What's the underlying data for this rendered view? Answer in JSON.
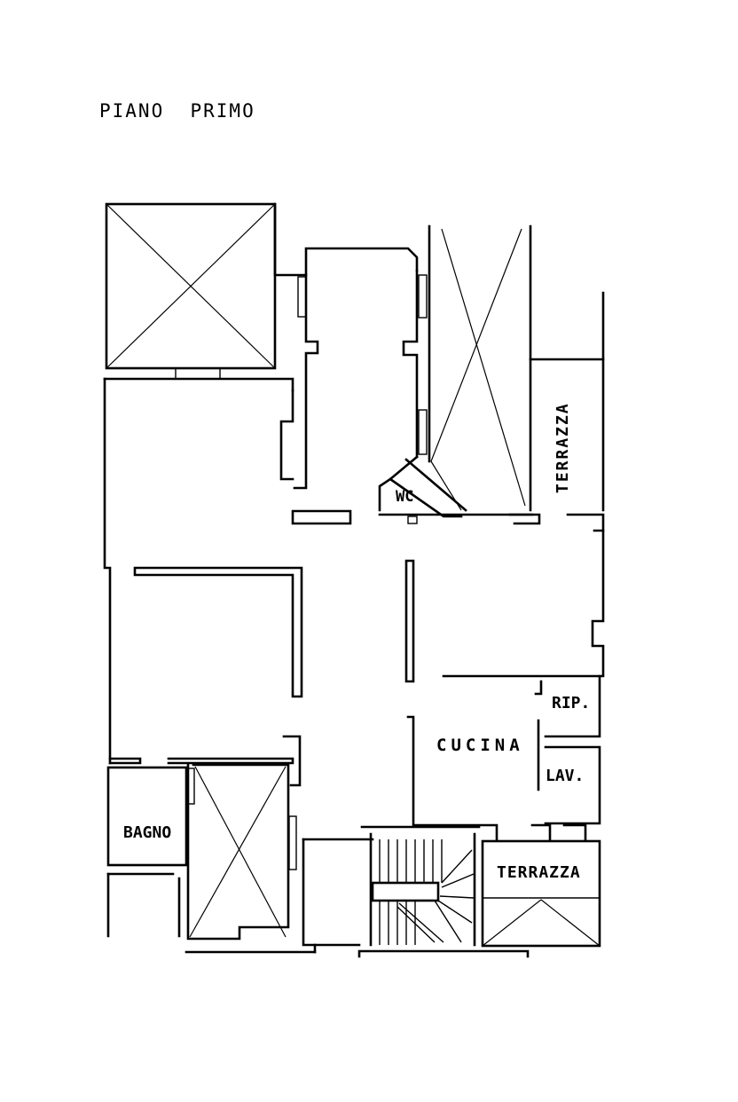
{
  "title": "PIANO  PRIMO",
  "rooms": {
    "wc": "WC",
    "terrazza_top": "TERRAZZA",
    "rip": "RIP.",
    "cucina": "CUCINA",
    "lav": "LAV.",
    "bagno": "BAGNO",
    "terrazza_bottom": "TERRAZZA"
  }
}
